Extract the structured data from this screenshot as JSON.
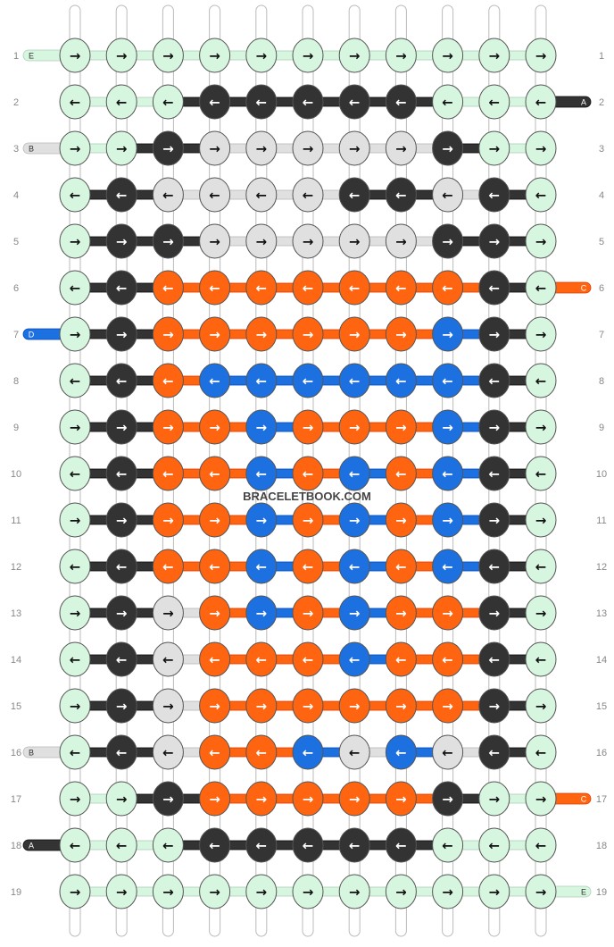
{
  "watermark": "BRACELETBOOK.COM",
  "colors": {
    "E": "#d7f6df",
    "A": "#333333",
    "B": "#e0e0e0",
    "C": "#ff6411",
    "D": "#1d70e0"
  },
  "strand_tags": {
    "left": [
      {
        "row": 1,
        "letter": "E",
        "color": "E"
      },
      {
        "row": 3,
        "letter": "B",
        "color": "B"
      },
      {
        "row": 7,
        "letter": "D",
        "color": "D"
      },
      {
        "row": 16,
        "letter": "B",
        "color": "B"
      },
      {
        "row": 18,
        "letter": "A",
        "color": "A"
      }
    ],
    "right": [
      {
        "row": 2,
        "letter": "A",
        "color": "A"
      },
      {
        "row": 6,
        "letter": "C",
        "color": "C"
      },
      {
        "row": 17,
        "letter": "C",
        "color": "C"
      },
      {
        "row": 19,
        "letter": "E",
        "color": "E"
      }
    ]
  },
  "row_labels": [
    "1",
    "2",
    "3",
    "4",
    "5",
    "6",
    "7",
    "8",
    "9",
    "10",
    "11",
    "12",
    "13",
    "14",
    "15",
    "16",
    "17",
    "18",
    "19"
  ],
  "direction_glyphs": {
    "R": "→",
    "L": "←"
  },
  "rows": [
    {
      "dir": "R",
      "knots": "EEEEEEEEEEE"
    },
    {
      "dir": "L",
      "knots": "EEEAAAAAEEE"
    },
    {
      "dir": "R",
      "knots": "EEABBBBBAEE"
    },
    {
      "dir": "L",
      "knots": "EABBBBAABAE"
    },
    {
      "dir": "R",
      "knots": "EAABBBBBAAE"
    },
    {
      "dir": "L",
      "knots": "EACCCCCCCAE"
    },
    {
      "dir": "R",
      "knots": "EACCCCCCDAE"
    },
    {
      "dir": "L",
      "knots": "EACDDDDDDAE"
    },
    {
      "dir": "R",
      "knots": "EACCDCCCDAE"
    },
    {
      "dir": "L",
      "knots": "EACCDCDCDAE"
    },
    {
      "dir": "R",
      "knots": "EACCDCDCDAE"
    },
    {
      "dir": "L",
      "knots": "EACCDCDCDAE"
    },
    {
      "dir": "R",
      "knots": "EABCDCDCCAE"
    },
    {
      "dir": "L",
      "knots": "EABCCCDCCAE"
    },
    {
      "dir": "R",
      "knots": "EABCCCCCCAE"
    },
    {
      "dir": "L",
      "knots": "EABCCDBDBAE"
    },
    {
      "dir": "R",
      "knots": "EEACCCCCAEE"
    },
    {
      "dir": "L",
      "knots": "EEEAAAAAEEE"
    },
    {
      "dir": "R",
      "knots": "EEEEEEEEEEE"
    }
  ]
}
